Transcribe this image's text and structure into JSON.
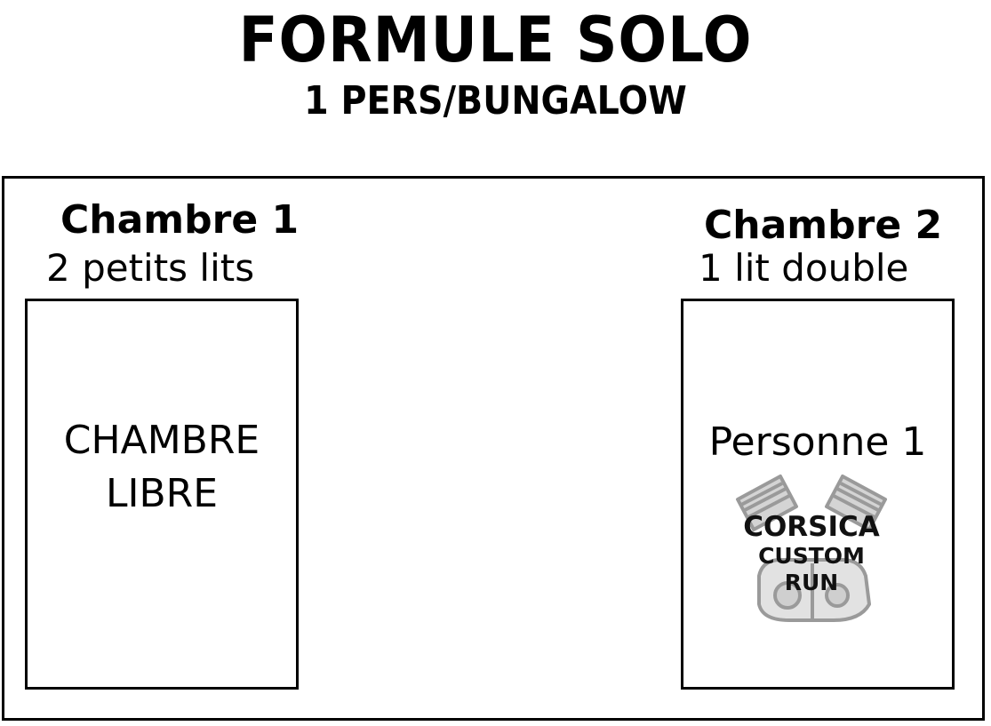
{
  "header": {
    "title": "FORMULE SOLO",
    "subtitle": "1 PERS/BUNGALOW"
  },
  "rooms": [
    {
      "name": "Chambre 1",
      "beds": "2 petits lits",
      "status_line1": "CHAMBRE",
      "status_line2": "LIBRE"
    },
    {
      "name": "Chambre 2",
      "beds": "1 lit double",
      "occupant": "Personne 1"
    }
  ],
  "logo": {
    "line1": "CORSICA",
    "line2": "CUSTOM",
    "line3": "RUN",
    "icon": "motorcycle-engine-icon",
    "color": "#9a9a9a"
  }
}
